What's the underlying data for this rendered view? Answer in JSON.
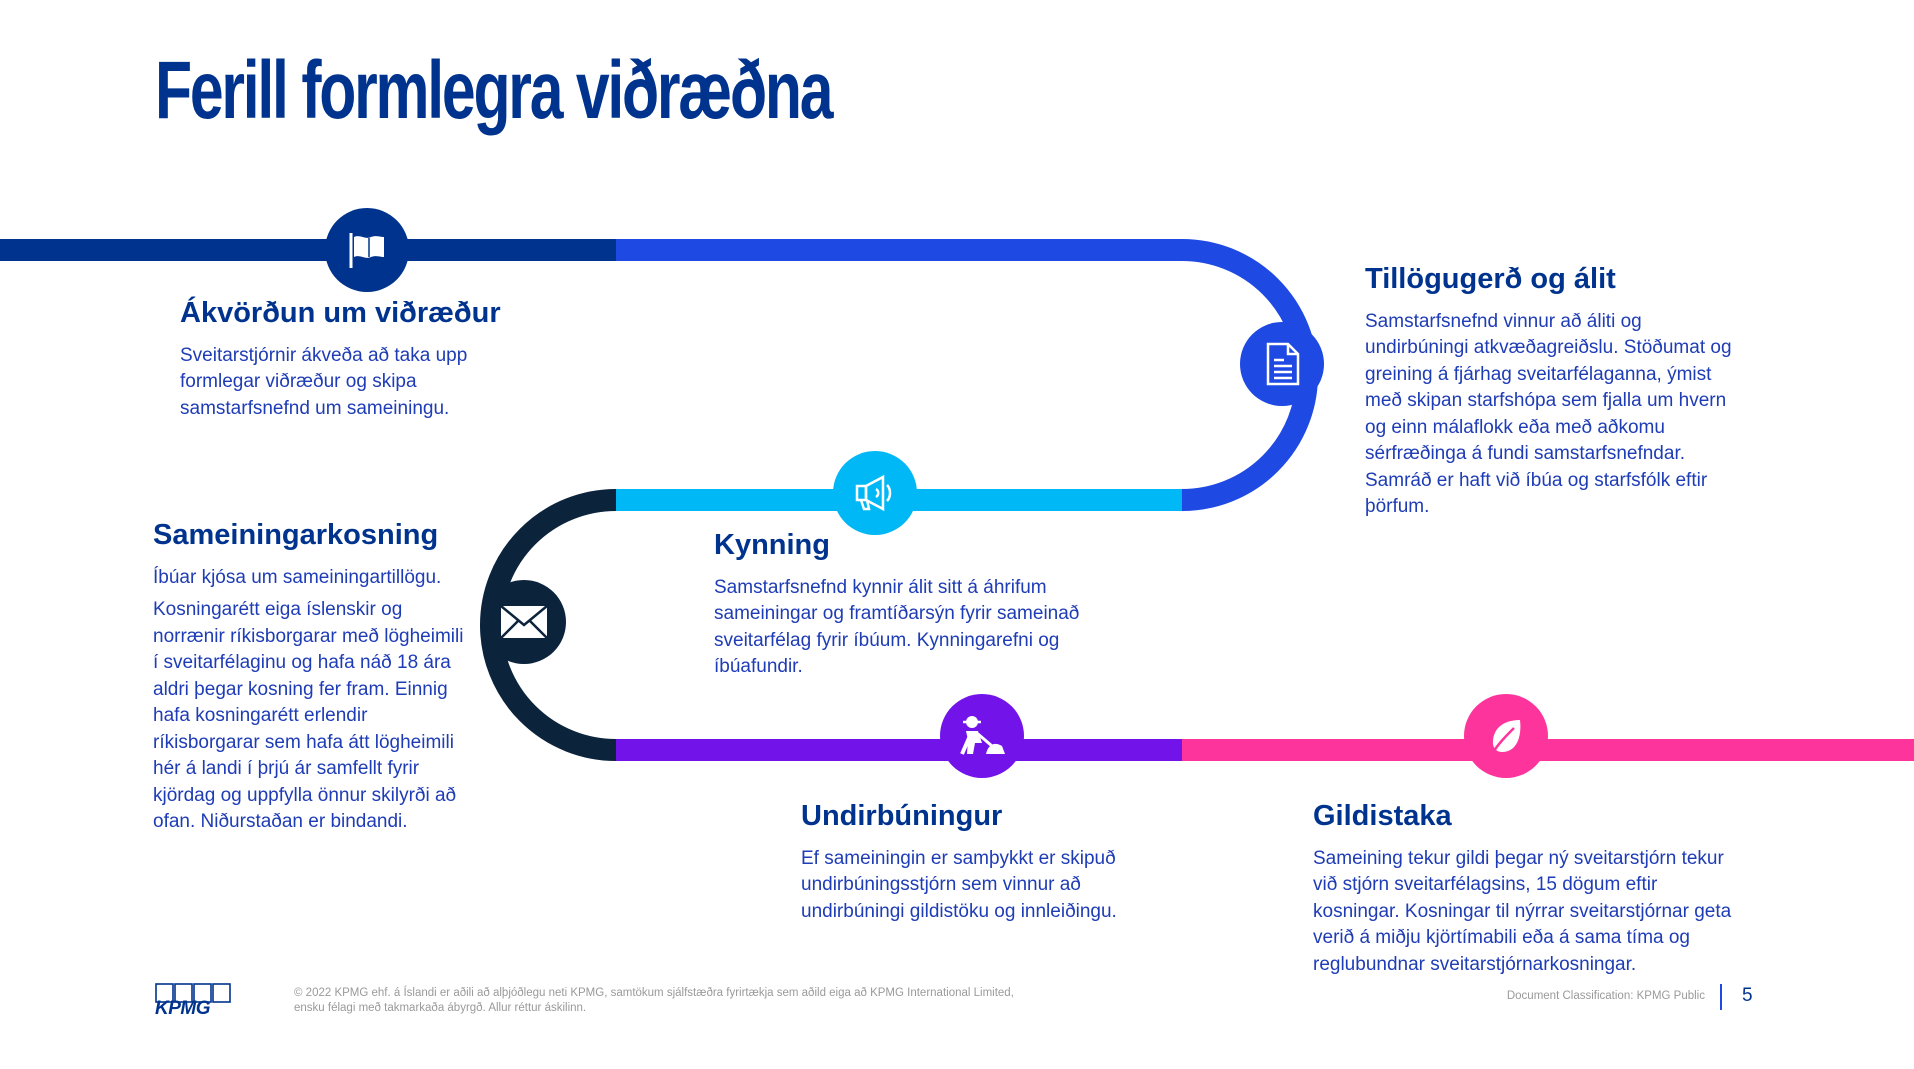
{
  "title": "Ferill formlegra viðræðna",
  "colors": {
    "dark_blue": "#00338D",
    "cobalt": "#1E49E2",
    "light_blue": "#00B8F5",
    "navy": "#0C233C",
    "purple": "#7213EA",
    "pink": "#FD349C"
  },
  "steps": [
    {
      "title": "Ákvörðun um viðræður",
      "icon": "flag-icon",
      "paragraphs": [
        "Sveitarstjórnir ákveða að taka upp formlegar viðræður og skipa samstarfsnefnd um sameiningu."
      ]
    },
    {
      "title": "Tillögugerð og álit",
      "icon": "document-icon",
      "paragraphs": [
        "Samstarfsnefnd vinnur að áliti og undirbúningi atkvæðagreiðslu. Stöðumat og greining á fjárhag sveitarfélaganna, ýmist með skipan starfshópa sem fjalla um hvern og einn málaflokk eða með aðkomu sérfræðinga á fundi samstarfsnefndar. Samráð er haft við íbúa og starfsfólk eftir þörfum."
      ]
    },
    {
      "title": "Kynning",
      "icon": "megaphone-icon",
      "paragraphs": [
        "Samstarfsnefnd kynnir álit sitt á áhrifum sameiningar og framtíðarsýn fyrir sameinað sveitarfélag fyrir íbúum. Kynningarefni og íbúafundir."
      ]
    },
    {
      "title": "Sameiningarkosning",
      "icon": "envelope-icon",
      "paragraphs": [
        "Íbúar kjósa um sameiningartillögu.",
        "Kosningarétt eiga íslenskir og norrænir ríkisborgarar með lögheimili í sveitarfélaginu og hafa náð 18 ára aldri þegar kosning fer fram. Einnig hafa kosningarétt erlendir ríkisborgarar sem hafa átt lögheimili hér á landi í þrjú ár samfellt fyrir kjördag og uppfylla önnur skilyrði að ofan. Niðurstaðan er bindandi."
      ]
    },
    {
      "title": "Undirbúningur",
      "icon": "construction-worker-icon",
      "paragraphs": [
        "Ef sameiningin er samþykkt er skipuð undirbúningsstjórn sem vinnur að undirbúningi gildistöku og innleiðingu."
      ]
    },
    {
      "title": "Gildistaka",
      "icon": "leaf-icon",
      "paragraphs": [
        "Sameining tekur gildi þegar ný sveitarstjórn tekur við stjórn sveitarfélagsins, 15 dögum eftir kosningar. Kosningar til nýrrar sveitarstjórnar geta verið á miðju kjörtímabili eða á sama tíma og reglubundnar sveitarstjórnarkosningar."
      ]
    }
  ],
  "footer": {
    "logo": "KPMG",
    "copyright": "© 2022 KPMG ehf. á Íslandi er aðili að alþjóðlegu neti KPMG, samtökum sjálfstæðra fyrirtækja sem aðild eiga að KPMG International Limited, ensku félagi með takmarkaða ábyrgð. Allur réttur áskilinn.",
    "classification": "Document Classification: KPMG Public",
    "page_number": "5"
  }
}
